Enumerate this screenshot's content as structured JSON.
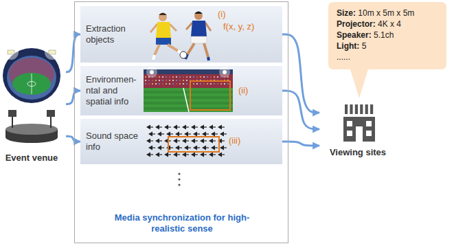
{
  "diagram": {
    "nodes": [
      {
        "text": [
          "Event venue"
        ]
      },
      {
        "text": [
          "Media synchronization for high-realistic sense"
        ]
      },
      {
        "text": [
          "Extraction objects",
          "(i)",
          "f(x, y, z)"
        ],
        "in": 1
      },
      {
        "text": [
          "Environmen- ntal and spatial info",
          "(ii)"
        ],
        "in": 1
      },
      {
        "text": [
          "Sound space info",
          "(iii)"
        ],
        "in": 1
      },
      {
        "text": [
          "Size: 10m x 5m x 5m",
          "Projector: 4K x 4",
          "Speaker: 5.1ch",
          "Light: 5",
          "......"
        ]
      },
      {
        "text": [
          "Viewing sites"
        ]
      }
    ],
    "edges": [
      {
        "from": 0,
        "to": 2,
        "arrow": "to"
      },
      {
        "from": 0,
        "to": 3,
        "arrow": "to"
      },
      {
        "from": 0,
        "to": 4,
        "arrow": "to"
      },
      {
        "from": 2,
        "to": 6,
        "arrow": "to"
      },
      {
        "from": 3,
        "to": 6,
        "arrow": "to"
      },
      {
        "from": 4,
        "to": 6,
        "arrow": "to"
      }
    ]
  }
}
